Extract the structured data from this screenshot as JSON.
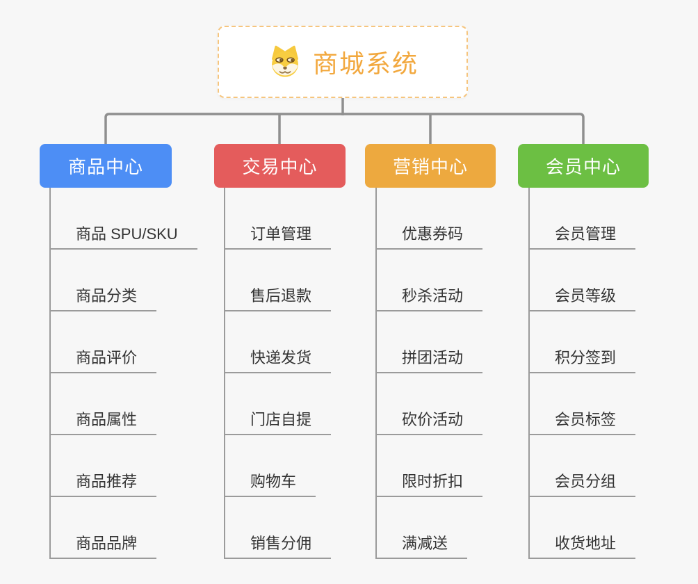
{
  "page": {
    "background_color": "#f7f7f7",
    "connector_color": "#8f8f8f",
    "child_line_color": "#9b9b9b",
    "child_text_color": "#333333"
  },
  "root": {
    "title": "商城系统",
    "icon": "doge-face-icon",
    "title_color": "#f2a83e",
    "border_color": "#f6c57e"
  },
  "branches": [
    {
      "label": "商品中心",
      "color": "#4d8ef5",
      "children": [
        "商品 SPU/SKU",
        "商品分类",
        "商品评价",
        "商品属性",
        "商品推荐",
        "商品品牌"
      ]
    },
    {
      "label": "交易中心",
      "color": "#e45c5c",
      "children": [
        "订单管理",
        "售后退款",
        "快递发货",
        "门店自提",
        "购物车",
        "销售分佣"
      ]
    },
    {
      "label": "营销中心",
      "color": "#eda93f",
      "children": [
        "优惠券码",
        "秒杀活动",
        "拼团活动",
        "砍价活动",
        "限时折扣",
        "满减送"
      ]
    },
    {
      "label": "会员中心",
      "color": "#6cbf43",
      "children": [
        "会员管理",
        "会员等级",
        "积分签到",
        "会员标签",
        "会员分组",
        "收货地址"
      ]
    }
  ]
}
